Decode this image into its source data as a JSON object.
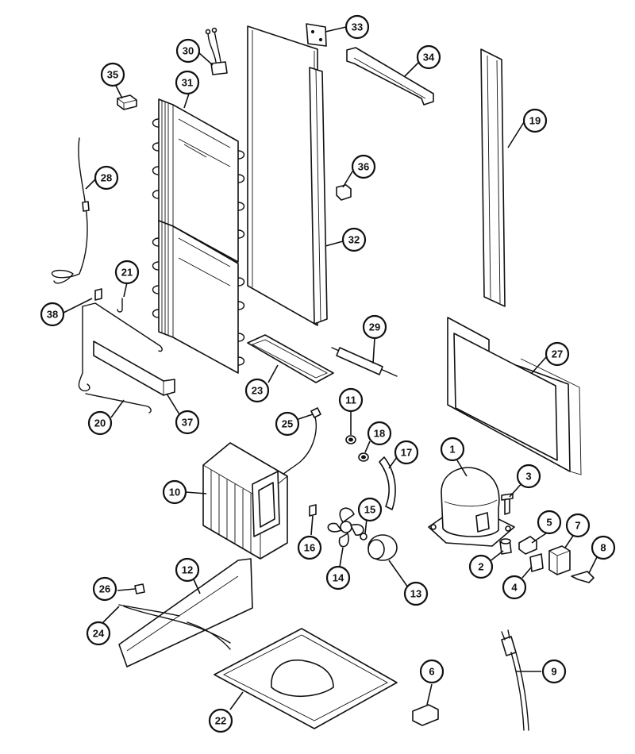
{
  "callouts": [
    {
      "id": "1",
      "label": "1"
    },
    {
      "id": "2",
      "label": "2"
    },
    {
      "id": "3",
      "label": "3"
    },
    {
      "id": "4",
      "label": "4"
    },
    {
      "id": "5",
      "label": "5"
    },
    {
      "id": "6",
      "label": "6"
    },
    {
      "id": "7",
      "label": "7"
    },
    {
      "id": "8",
      "label": "8"
    },
    {
      "id": "9",
      "label": "9"
    },
    {
      "id": "10",
      "label": "10"
    },
    {
      "id": "11",
      "label": "11"
    },
    {
      "id": "12",
      "label": "12"
    },
    {
      "id": "13",
      "label": "13"
    },
    {
      "id": "14",
      "label": "14"
    },
    {
      "id": "15",
      "label": "15"
    },
    {
      "id": "16",
      "label": "16"
    },
    {
      "id": "17",
      "label": "17"
    },
    {
      "id": "18",
      "label": "18"
    },
    {
      "id": "19",
      "label": "19"
    },
    {
      "id": "20",
      "label": "20"
    },
    {
      "id": "21",
      "label": "21"
    },
    {
      "id": "22",
      "label": "22"
    },
    {
      "id": "23",
      "label": "23"
    },
    {
      "id": "24",
      "label": "24"
    },
    {
      "id": "25",
      "label": "25"
    },
    {
      "id": "26",
      "label": "26"
    },
    {
      "id": "27",
      "label": "27"
    },
    {
      "id": "28",
      "label": "28"
    },
    {
      "id": "29",
      "label": "29"
    },
    {
      "id": "30",
      "label": "30"
    },
    {
      "id": "31",
      "label": "31"
    },
    {
      "id": "32",
      "label": "32"
    },
    {
      "id": "33",
      "label": "33"
    },
    {
      "id": "34",
      "label": "34"
    },
    {
      "id": "35",
      "label": "35"
    },
    {
      "id": "36",
      "label": "36"
    },
    {
      "id": "37",
      "label": "37"
    },
    {
      "id": "38",
      "label": "38"
    }
  ],
  "colors": {
    "ink": "#111111",
    "paper": "#ffffff"
  }
}
